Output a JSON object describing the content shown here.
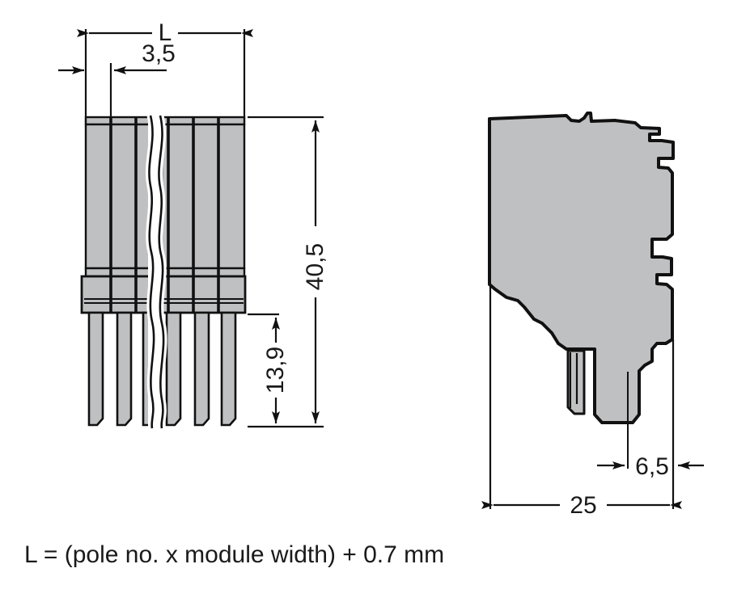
{
  "drawing": {
    "title": "WAGO connector technical drawing",
    "units": "mm",
    "stroke_color": "#111111",
    "fill_color": "#bfc0c2",
    "background": "#ffffff"
  },
  "views": {
    "front": {
      "name": "front-view",
      "description": "Multi-pole connector front elevation with break line",
      "pole_count_shown": 6
    },
    "side": {
      "name": "side-view",
      "description": "Connector side profile section"
    }
  },
  "dimensions": {
    "overall_length_label": "L",
    "pitch": "3,5",
    "height_total": "40,5",
    "pin_length": "13,9",
    "side_width": "25",
    "side_pin_offset": "6,5"
  },
  "caption": {
    "formula": "L = (pole no. x module width) + 0.7 mm"
  }
}
